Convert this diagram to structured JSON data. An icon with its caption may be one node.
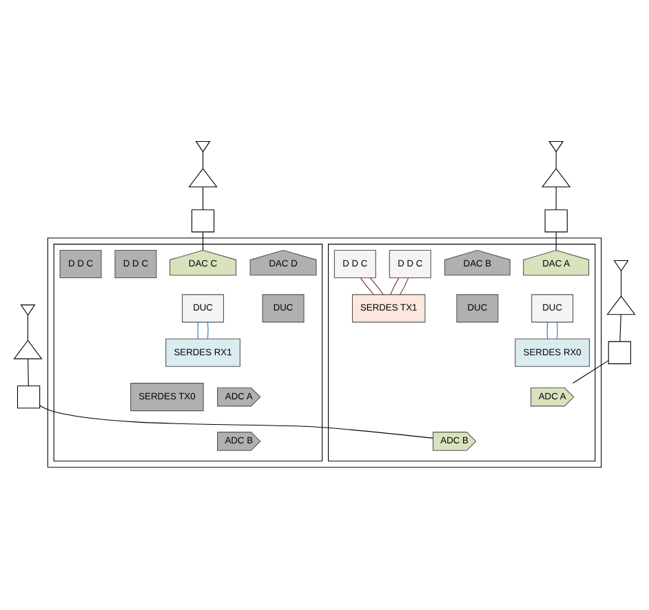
{
  "diagram": {
    "nodes": [
      {
        "text": [],
        "shape": "box"
      },
      {
        "text": [],
        "shape": "box",
        "in": 0
      },
      {
        "text": [],
        "shape": "box",
        "in": 0
      },
      {
        "text": [
          "DAC A"
        ],
        "in": 1
      },
      {
        "text": [
          "DAC B"
        ],
        "in": 1
      },
      {
        "text": [
          "DUC"
        ],
        "in": 1
      },
      {
        "text": [
          "DUC"
        ],
        "in": 1
      },
      {
        "text": [
          "SERDES RX0"
        ],
        "in": 1
      },
      {
        "text": [
          "ADC A"
        ],
        "in": 1
      },
      {
        "text": [
          "D D C"
        ],
        "in": 1
      },
      {
        "text": [
          "ADC B"
        ],
        "in": 1
      },
      {
        "text": [
          "D D C"
        ],
        "in": 1
      },
      {
        "text": [
          "SERDES TX1"
        ],
        "in": 1
      },
      {
        "text": [
          "DAC D"
        ],
        "in": 2
      },
      {
        "text": [
          "DAC C"
        ],
        "in": 2
      },
      {
        "text": [
          "DUC"
        ],
        "in": 2
      },
      {
        "text": [
          "DUC"
        ],
        "in": 2
      },
      {
        "text": [
          "SERDES RX1"
        ],
        "in": 2
      },
      {
        "text": [
          "SERDES TX0"
        ],
        "in": 2
      },
      {
        "text": [
          "D D C"
        ],
        "in": 2
      },
      {
        "text": [
          "ADC A"
        ],
        "in": 2
      },
      {
        "text": [
          "D D C"
        ],
        "in": 2
      },
      {
        "text": [
          "ADC B"
        ],
        "in": 2
      },
      {
        "text": [],
        "shape": "antenna"
      },
      {
        "text": [],
        "shape": "triangle"
      },
      {
        "text": [],
        "shape": "box"
      },
      {
        "text": [],
        "shape": "antenna"
      },
      {
        "text": [],
        "shape": "triangle"
      },
      {
        "text": [],
        "shape": "box"
      },
      {
        "text": [],
        "shape": "antenna"
      },
      {
        "text": [],
        "shape": "triangle"
      },
      {
        "text": [],
        "shape": "box"
      },
      {
        "text": [],
        "shape": "antenna"
      },
      {
        "text": [],
        "shape": "triangle"
      },
      {
        "text": [],
        "shape": "box"
      }
    ],
    "edges": [
      {
        "from": 23,
        "to": 24,
        "arrow": "none"
      },
      {
        "from": 24,
        "to": 25,
        "arrow": "none"
      },
      {
        "from": 25,
        "to": 3,
        "arrow": "none"
      },
      {
        "from": 26,
        "to": 27,
        "arrow": "none"
      },
      {
        "from": 27,
        "to": 28,
        "arrow": "none"
      },
      {
        "from": 28,
        "to": 14,
        "arrow": "none"
      },
      {
        "from": 5,
        "to": 7,
        "arrow": "none",
        "color": "#2e75b6"
      },
      {
        "from": 5,
        "to": 7,
        "arrow": "none",
        "color": "#2e75b6"
      },
      {
        "from": 16,
        "to": 17,
        "arrow": "none",
        "color": "#2e75b6"
      },
      {
        "from": 16,
        "to": 17,
        "arrow": "none",
        "color": "#2e75b6"
      },
      {
        "from": 29,
        "to": 30,
        "arrow": "none"
      },
      {
        "from": 30,
        "to": 31,
        "arrow": "none"
      },
      {
        "from": 31,
        "to": 8,
        "arrow": "none"
      },
      {
        "from": 9,
        "to": 12,
        "arrow": "none",
        "color": "#7f2a2a"
      },
      {
        "from": 9,
        "to": 12,
        "arrow": "none",
        "color": "#7f2a2a"
      },
      {
        "from": 32,
        "to": 33,
        "arrow": "none"
      },
      {
        "from": 33,
        "to": 34,
        "arrow": "none"
      },
      {
        "from": 34,
        "to": 10,
        "arrow": "none"
      },
      {
        "from": 11,
        "to": 12,
        "arrow": "none",
        "color": "#7f2a2a"
      },
      {
        "from": 11,
        "to": 12,
        "arrow": "none",
        "color": "#7f2a2a"
      }
    ]
  }
}
